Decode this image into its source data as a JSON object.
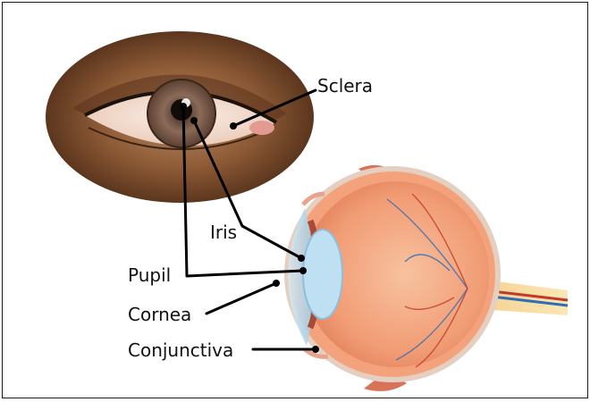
{
  "labels": {
    "sclera": "Sclera",
    "iris": "Iris",
    "pupil": "Pupil",
    "cornea": "Cornea",
    "conjunctiva": "Conjunctiva"
  },
  "colors": {
    "skin": "#6b3f22",
    "skin_light": "#a0704a",
    "iris": "#7a5a48",
    "pupil": "#1a1210",
    "eyeball_flesh": "#f0a07a",
    "vitreous": "#f4b592",
    "lens": "#b8dcf0",
    "vessel_red": "#c0392b",
    "vessel_blue": "#2f6db5",
    "nerve_yellow": "#f2d37a"
  }
}
